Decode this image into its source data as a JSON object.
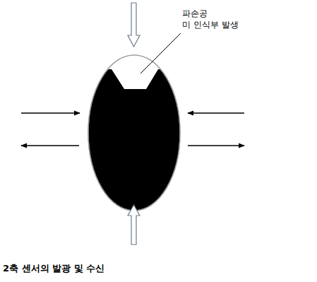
{
  "diagram": {
    "caption": "2축 센서의 발광 및 수신",
    "labels": [
      "파손공",
      "미 인식부 발생"
    ]
  }
}
